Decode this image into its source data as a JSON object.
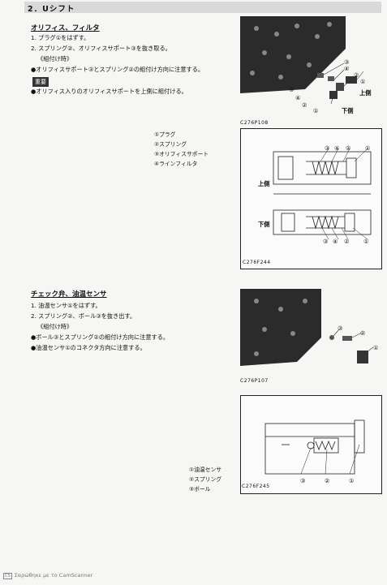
{
  "header": "2．Uシフト",
  "section1": {
    "title": "オリフィス、フィルタ",
    "steps": [
      "1. プラグ①をはずす。",
      "2. スプリング②、オリフィスサポート③を抜き取る。"
    ],
    "assembly_heading": "《組付け時》",
    "assembly_note": "●オリフィスサポート③とスプリング②の組付け方向に注意する。",
    "important_label": "重要",
    "important_note": "●オリフィス入りのオリフィスサポートを上側に組付ける。",
    "photo_code": "C276P108",
    "photo_labels": {
      "top": "上側",
      "bottom": "下側"
    },
    "legend": [
      "①プラグ",
      "②スプリング",
      "③オリフィスサポート",
      "④ラインフィルタ"
    ],
    "drawing_code": "C276F244",
    "drawing_labels": {
      "top": "上側",
      "bottom": "下側"
    }
  },
  "section2": {
    "title": "チェック弁、油温センサ",
    "steps": [
      "1. 油温センサ①をはずす。",
      "2. スプリング②、ボール③を抜き出す。"
    ],
    "assembly_heading": "《組付け時》",
    "assembly_notes": [
      "●ボール③とスプリング②の組付け方向に注意する。",
      "●油温センサ①のコネクタ方向に注意する。"
    ],
    "photo_code": "C276P107",
    "legend": [
      "①油温センサ",
      "②スプリング",
      "③ボール"
    ],
    "drawing_code": "C276F245"
  },
  "callouts": {
    "c1": "①",
    "c2": "②",
    "c3": "③",
    "c4": "④"
  },
  "footer": "Σαρώθηκε με το CamScanner",
  "footer_icon": "CS"
}
